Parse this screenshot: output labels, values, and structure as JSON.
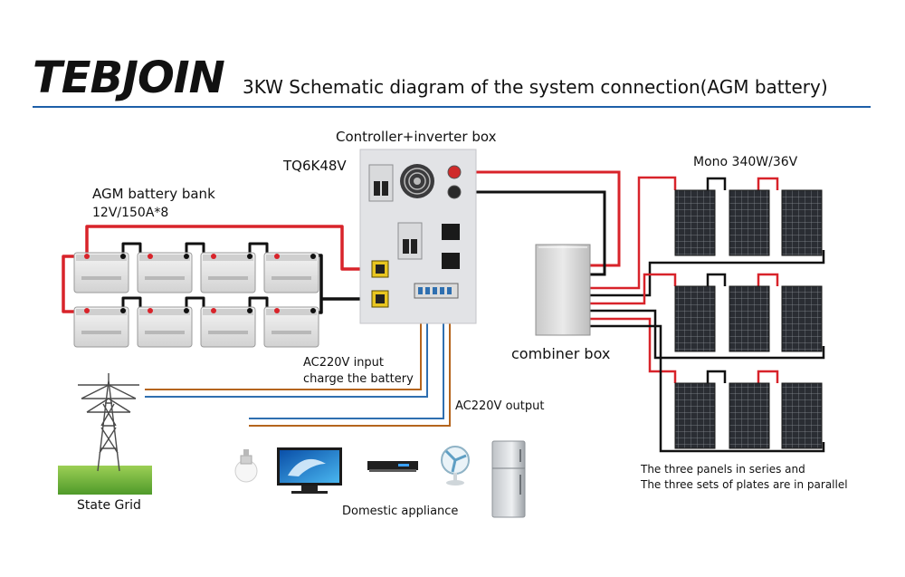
{
  "header": {
    "brand": "TEBJOIN",
    "title": "3KW Schematic diagram of the system connection(AGM battery)"
  },
  "labels": {
    "controller_box": "Controller+inverter box",
    "model": "TQ6K48V",
    "battery_bank": "AGM battery bank",
    "battery_spec": "12V/150A*8",
    "panels": "Mono 340W/36V",
    "combiner": "combiner box",
    "ac_input_1": "AC220V input",
    "ac_input_2": "charge the battery",
    "ac_output": "AC220V output",
    "state_grid": "State Grid",
    "domestic": "Domestic appliance",
    "note_1": "The three panels in series and",
    "note_2": "The three sets of plates are in parallel"
  },
  "colors": {
    "wire_red": "#d8232a",
    "wire_black": "#111111",
    "wire_ac_brown": "#b5651d",
    "wire_ac_blue": "#2f6fb0",
    "brand_rule": "#1d5fa8"
  }
}
